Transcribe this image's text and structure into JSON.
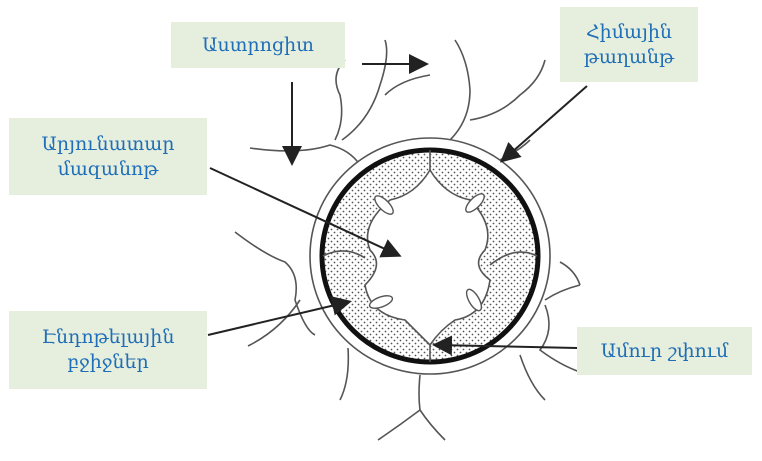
{
  "labels": {
    "astrocyte": "Աստրոցիտ",
    "basement_membrane": [
      "Հիմային",
      "թաղանթ"
    ],
    "capillary": [
      "Արյունատար",
      "մազանոթ"
    ],
    "endothelial": [
      "Էնդոթելային",
      "բջիջներ"
    ],
    "tight_junction": "Ամուր շփում"
  },
  "colors": {
    "label_bg": "#e6eedd",
    "label_text": "#1f6fb8",
    "line": "#3a3a3a"
  }
}
